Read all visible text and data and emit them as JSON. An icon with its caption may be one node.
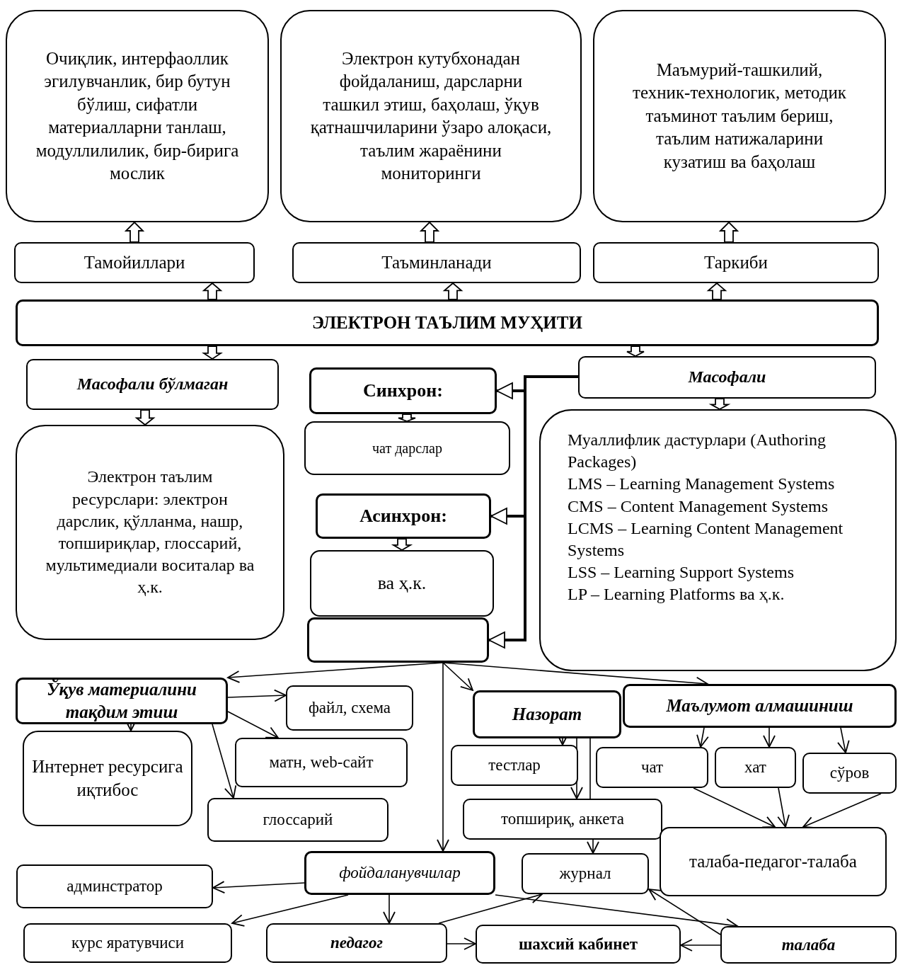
{
  "diagram": {
    "nodes": [
      {
        "text": [
          "Очиқлик, интерфаоллик эгилувчанлик, бир бутун бўлиш, сифатли материалларни танлаш, модуллилилик, бир-бирига мослик"
        ]
      },
      {
        "text": [
          "Электрон кутубхонадан фойдаланиш, дарсларни ташкил этиш, баҳолаш, ўқув қатнашчиларини ўзаро алоқаси, таълим жараёнини мониторинги"
        ]
      },
      {
        "text": [
          "Маъмурий-ташкилий, техник-технологик, методик таъминот таълим бериш, таълим натижаларини кузатиш ва баҳолаш"
        ]
      },
      {
        "text": [
          "Тамойиллари"
        ]
      },
      {
        "text": [
          "Таъминланади"
        ]
      },
      {
        "text": [
          "Таркиби"
        ]
      },
      {
        "text": [
          "ЭЛЕКТРОН ТАЪЛИМ МУҲИТИ"
        ]
      },
      {
        "text": [
          "Масофали бўлмаган"
        ]
      },
      {
        "text": [
          "Синхрон:"
        ]
      },
      {
        "text": [
          "Масофали"
        ]
      },
      {
        "text": [
          "чат дарслар"
        ]
      },
      {
        "text": [
          "Электрон таълим ресурслари: электрон дарслик, қўлланма, нашр, топшириқлар, глоссарий, мультимедиали воситалар ва ҳ.к."
        ]
      },
      {
        "text": [
          "Асинхрон:"
        ]
      },
      {
        "text": [
          "ва ҳ.к."
        ]
      },
      {
        "text": [
          "Муаллифлик дастурлари (Authoring Packages)",
          "LMS – Learning Management Systems",
          "CMS – Content Management Systems",
          "LCMS – Learning Content Management Systems",
          "LSS – Learning Support Systems",
          "LP – Learning Platforms ва ҳ.к."
        ]
      },
      {
        "text": [],
        "shape": "box"
      },
      {
        "text": [
          "Ўқув материалини тақдим этиш"
        ]
      },
      {
        "text": [
          "файл, схема"
        ]
      },
      {
        "text": [
          "Назорат"
        ]
      },
      {
        "text": [
          "Маълумот алмашиниш"
        ]
      },
      {
        "text": [
          "Интернет ресурсига иқтибос"
        ]
      },
      {
        "text": [
          "матн, web-сайт"
        ]
      },
      {
        "text": [
          "тестлар"
        ]
      },
      {
        "text": [
          "чат"
        ]
      },
      {
        "text": [
          "хат"
        ]
      },
      {
        "text": [
          "сўров"
        ]
      },
      {
        "text": [
          "глоссарий"
        ]
      },
      {
        "text": [
          "топшириқ, анкета"
        ]
      },
      {
        "text": [
          "талаба-педагог-талаба"
        ]
      },
      {
        "text": [
          "админстратор"
        ]
      },
      {
        "text": [
          "фойдаланувчилар"
        ]
      },
      {
        "text": [
          "журнал"
        ]
      },
      {
        "text": [
          "курс яратувчиси"
        ]
      },
      {
        "text": [
          "педагог"
        ]
      },
      {
        "text": [
          "шахсий кабинет"
        ]
      },
      {
        "text": [
          "талаба"
        ]
      }
    ],
    "edges": [
      {
        "from": 3,
        "to": 0,
        "arrow": "to",
        "style": "thick"
      },
      {
        "from": 4,
        "to": 1,
        "arrow": "to",
        "style": "thick"
      },
      {
        "from": 5,
        "to": 2,
        "arrow": "to",
        "style": "thick"
      },
      {
        "from": 6,
        "to": 3,
        "arrow": "to",
        "style": "thick"
      },
      {
        "from": 6,
        "to": 4,
        "arrow": "to",
        "style": "thick"
      },
      {
        "from": 6,
        "to": 5,
        "arrow": "to",
        "style": "thick"
      },
      {
        "from": 6,
        "to": 7,
        "arrow": "to",
        "style": "thick"
      },
      {
        "from": 6,
        "to": 9,
        "arrow": "to",
        "style": "thick"
      },
      {
        "from": 7,
        "to": 11,
        "arrow": "to",
        "style": "thick"
      },
      {
        "from": 9,
        "to": 8,
        "arrow": "to",
        "style": "thick"
      },
      {
        "from": 8,
        "to": 10,
        "arrow": "to",
        "style": "thick"
      },
      {
        "from": 9,
        "to": 12,
        "arrow": "to",
        "style": "thick"
      },
      {
        "from": 12,
        "to": 13,
        "arrow": "to",
        "style": "thick"
      },
      {
        "from": 9,
        "to": 15,
        "arrow": "to",
        "style": "thick"
      },
      {
        "from": 9,
        "to": 14,
        "arrow": "to",
        "style": "thick"
      },
      {
        "from": 15,
        "to": 16,
        "arrow": "to"
      },
      {
        "from": 15,
        "to": 18,
        "arrow": "to"
      },
      {
        "from": 15,
        "to": 19,
        "arrow": "to"
      },
      {
        "from": 15,
        "to": 30,
        "arrow": "to"
      },
      {
        "from": 16,
        "to": 17,
        "arrow": "to"
      },
      {
        "from": 16,
        "to": 21,
        "arrow": "to"
      },
      {
        "from": 16,
        "to": 26,
        "arrow": "to"
      },
      {
        "from": 16,
        "to": 20,
        "arrow": "to"
      },
      {
        "from": 18,
        "to": 22,
        "arrow": "to"
      },
      {
        "from": 18,
        "to": 27,
        "arrow": "to"
      },
      {
        "from": 18,
        "to": 27,
        "arrow": "none"
      },
      {
        "from": 27,
        "to": 31,
        "arrow": "to"
      },
      {
        "from": 19,
        "to": 23,
        "arrow": "to"
      },
      {
        "from": 19,
        "to": 24,
        "arrow": "to"
      },
      {
        "from": 19,
        "to": 25,
        "arrow": "to"
      },
      {
        "from": 23,
        "to": 28,
        "arrow": "to"
      },
      {
        "from": 24,
        "to": 28,
        "arrow": "to"
      },
      {
        "from": 25,
        "to": 28,
        "arrow": "to"
      },
      {
        "from": 30,
        "to": 29,
        "arrow": "to"
      },
      {
        "from": 30,
        "to": 32,
        "arrow": "to"
      },
      {
        "from": 30,
        "to": 33,
        "arrow": "to"
      },
      {
        "from": 30,
        "to": 35,
        "arrow": "to"
      },
      {
        "from": 33,
        "to": 31,
        "arrow": "to"
      },
      {
        "from": 33,
        "to": 34,
        "arrow": "to"
      },
      {
        "from": 35,
        "to": 34,
        "arrow": "to"
      },
      {
        "from": 35,
        "to": 31,
        "arrow": "to"
      }
    ]
  }
}
